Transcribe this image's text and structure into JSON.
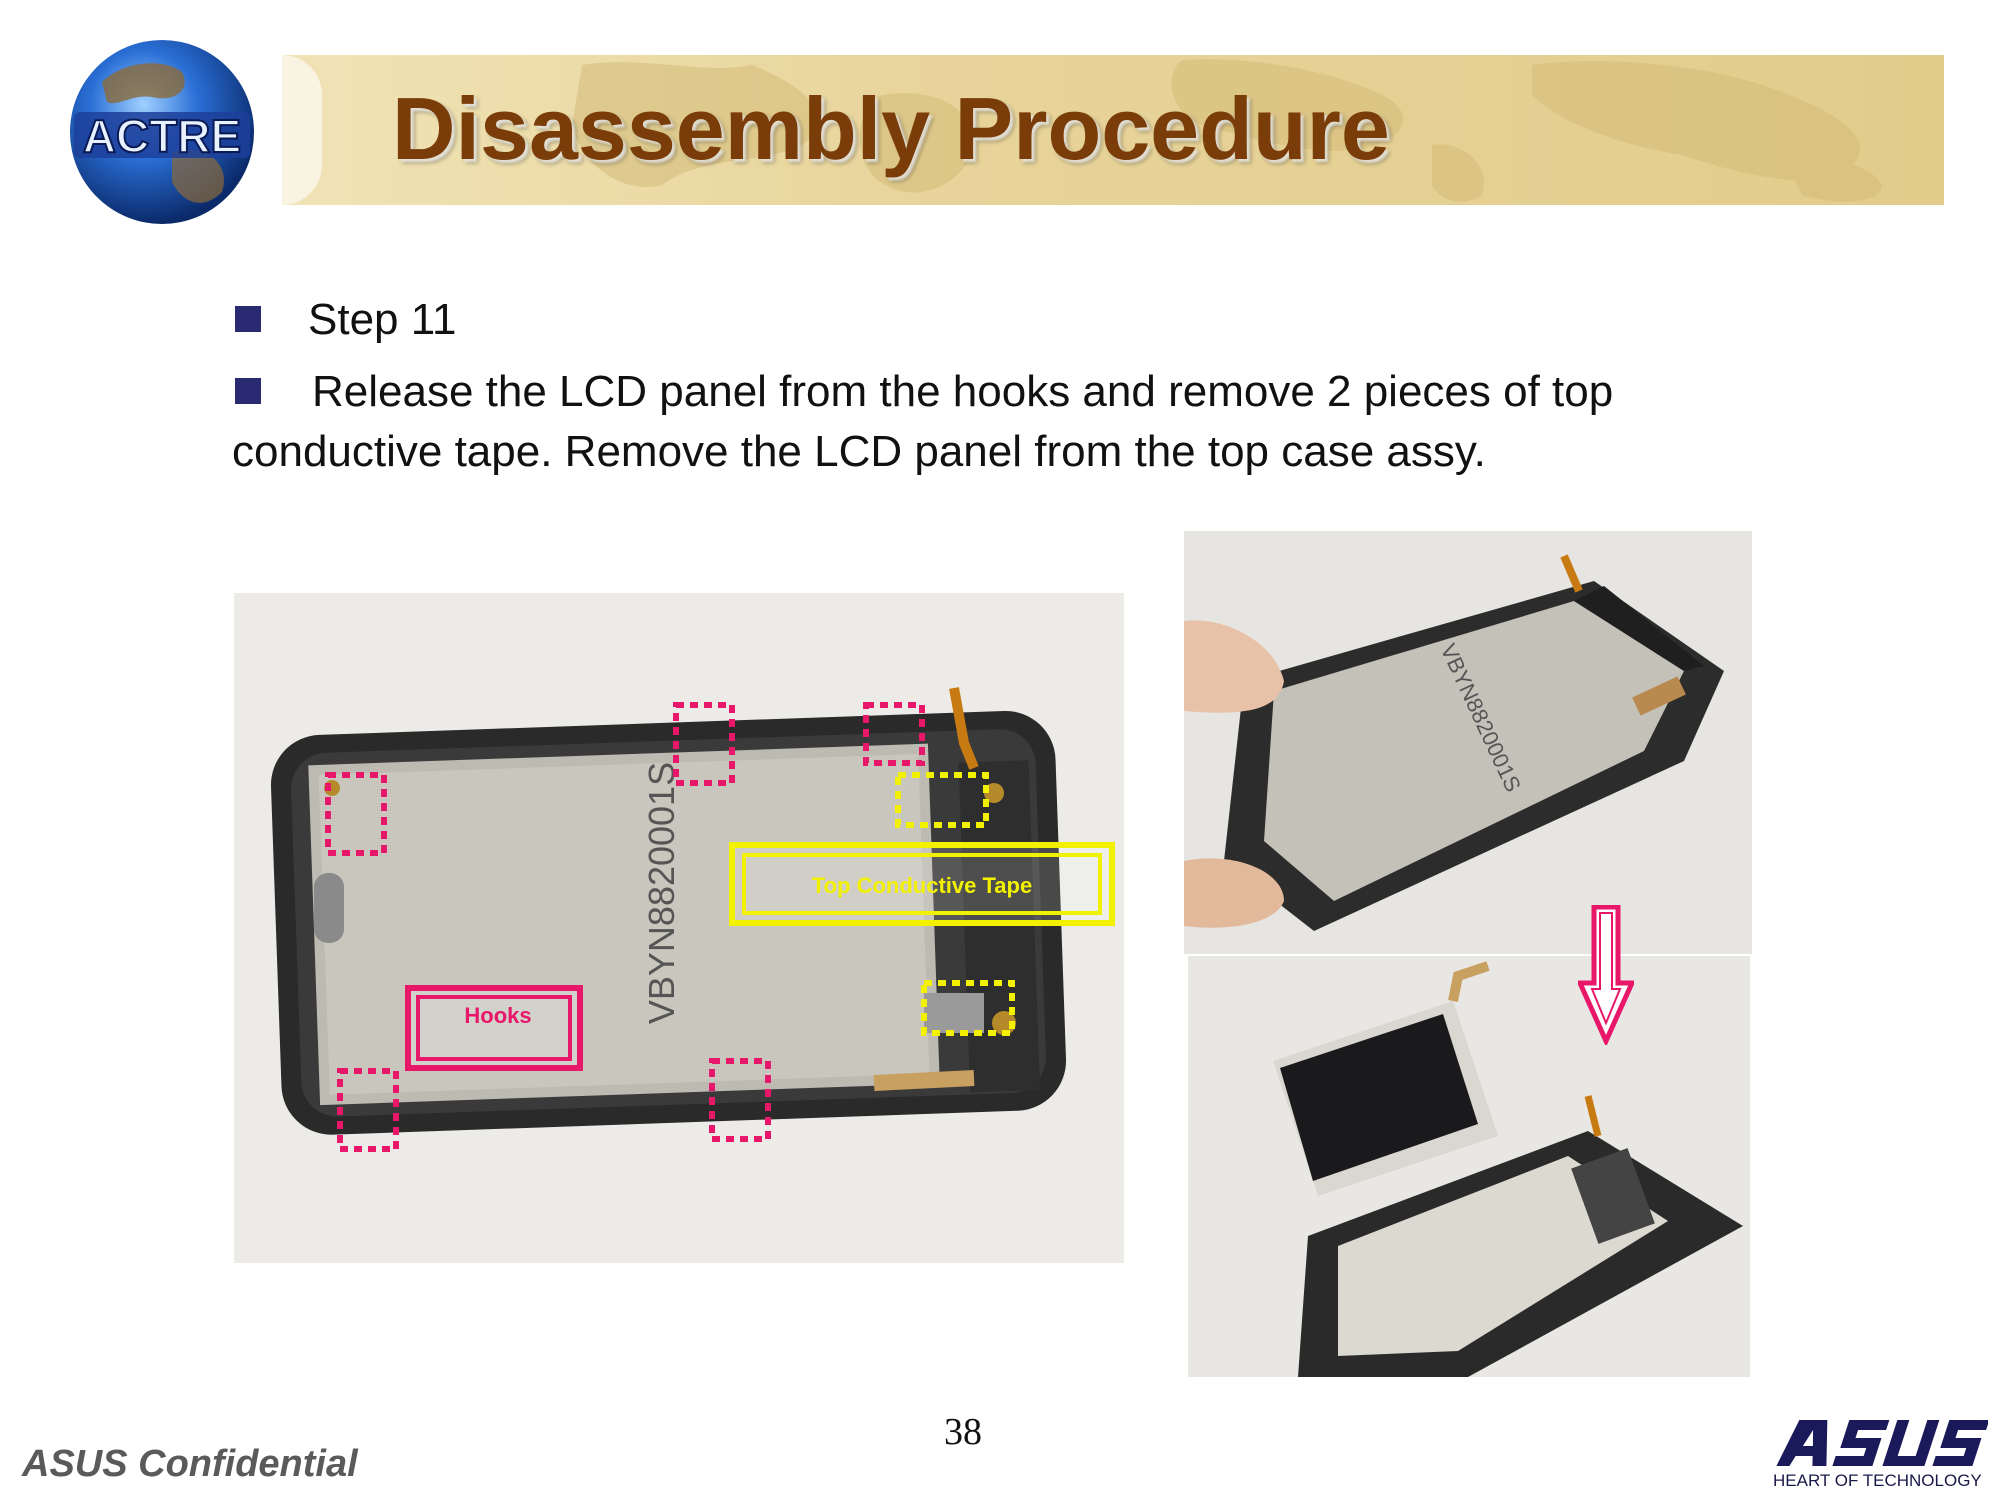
{
  "header": {
    "title": "Disassembly Procedure",
    "logo_text": "ACTRE"
  },
  "content": {
    "step_label": "Step 11",
    "instruction_line1": "Release the LCD panel from the hooks and remove 2 pieces of top",
    "instruction_line2": "conductive tape. Remove the LCD panel from the top case assy."
  },
  "photo_main": {
    "serial_text": "VBYN8820001S",
    "callout_tape": "Top Conductive Tape",
    "callout_hooks": "Hooks"
  },
  "photo_top_right": {
    "serial_text": "VBYN8820001S"
  },
  "footer": {
    "confidential": "ASUS Confidential",
    "page_number": "38",
    "brand_tagline": "HEART OF TECHNOLOGY"
  },
  "colors": {
    "title": "#7a3c08",
    "banner": "#e8d49a",
    "hook_callout": "#e8176a",
    "tape_callout": "#f2f200",
    "bullet": "#2a2a72"
  }
}
